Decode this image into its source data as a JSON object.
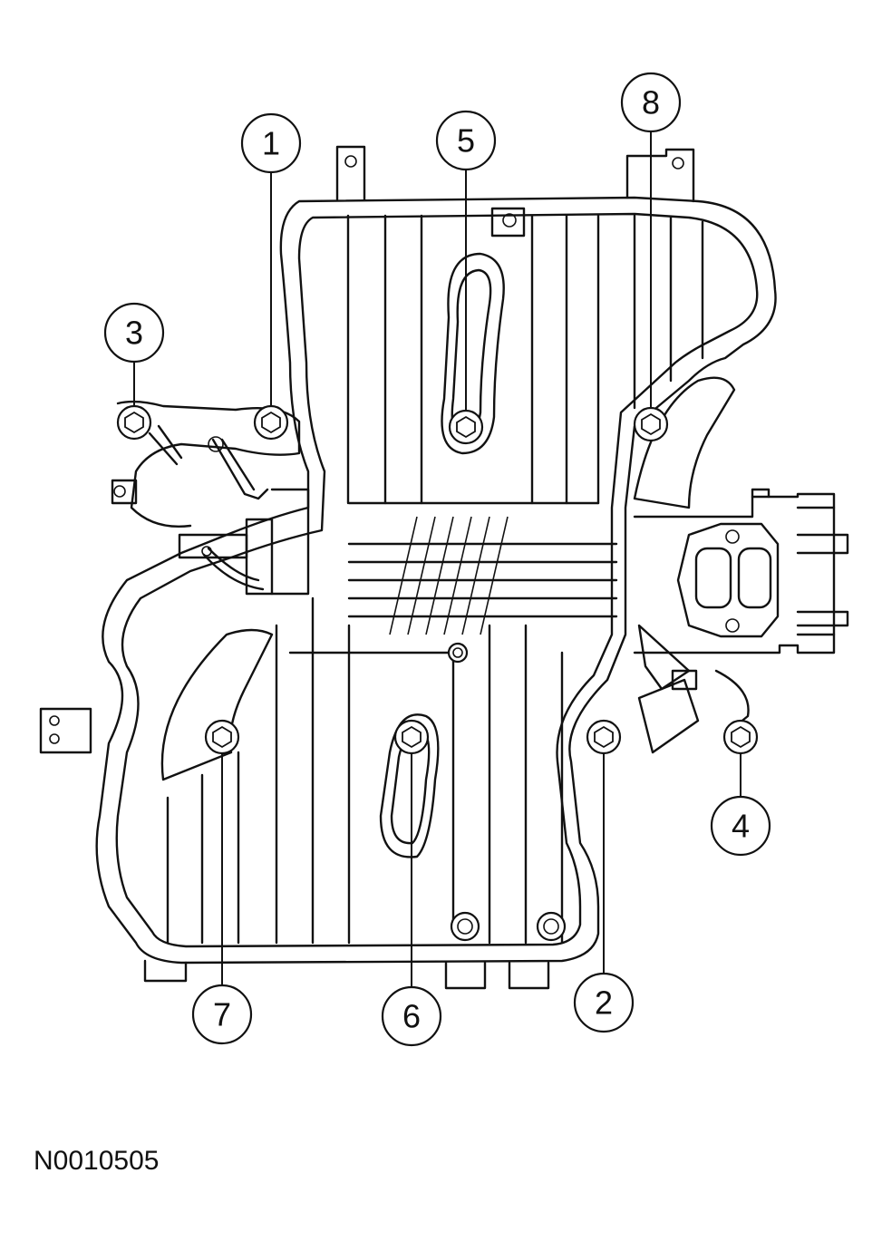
{
  "figure": {
    "id": "N0010505"
  },
  "callouts": [
    {
      "label": "1"
    },
    {
      "label": "2"
    },
    {
      "label": "3"
    },
    {
      "label": "4"
    },
    {
      "label": "5"
    },
    {
      "label": "6"
    },
    {
      "label": "7"
    },
    {
      "label": "8"
    }
  ],
  "colors": {
    "line": "#111111",
    "background": "#ffffff"
  }
}
